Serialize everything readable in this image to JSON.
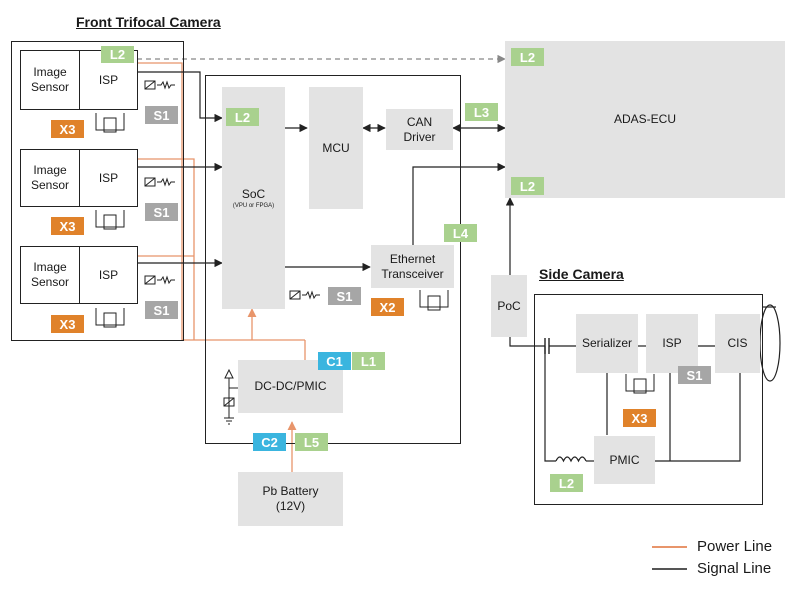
{
  "front_camera": {
    "title": "Front Trifocal Camera",
    "units": [
      {
        "sensor": "Image\nSensor",
        "isp": "ISP",
        "badge_x3": "X3",
        "badge_s1": "S1"
      },
      {
        "sensor": "Image\nSensor",
        "isp": "ISP",
        "badge_x3": "X3",
        "badge_s1": "S1"
      },
      {
        "sensor": "Image\nSensor",
        "isp": "ISP",
        "badge_x3": "X3",
        "badge_s1": "S1"
      }
    ],
    "badge_l2": "L2"
  },
  "ecu_board": {
    "soc": "SoC",
    "soc_sub": "(VPU or FPGA)",
    "soc_badge": "L2",
    "mcu": "MCU",
    "can_driver": "CAN\nDriver",
    "ethernet": "Ethernet\nTransceiver",
    "eth_badge_x2": "X2",
    "eth_badge_s1": "S1",
    "l4_badge": "L4",
    "pmic": "DC-DC/PMIC",
    "c1_badge": "C1",
    "l1_badge": "L1",
    "c2_badge": "C2",
    "l5_badge": "L5"
  },
  "battery": "Pb Battery\n(12V)",
  "adas_ecu": {
    "label": "ADAS-ECU",
    "badge_top": "L2",
    "badge_bottom": "L2"
  },
  "l3_badge": "L3",
  "poc": "PoC",
  "side_camera": {
    "title": "Side Camera",
    "serializer": "Serializer",
    "isp": "ISP",
    "cis": "CIS",
    "pmic": "PMIC",
    "badge_s1": "S1",
    "badge_x3": "X3",
    "badge_l2": "L2"
  },
  "legend": {
    "power_line": "Power Line",
    "signal_line": "Signal Line",
    "power_color": "#e8956b",
    "signal_color": "#3a3a3a"
  }
}
